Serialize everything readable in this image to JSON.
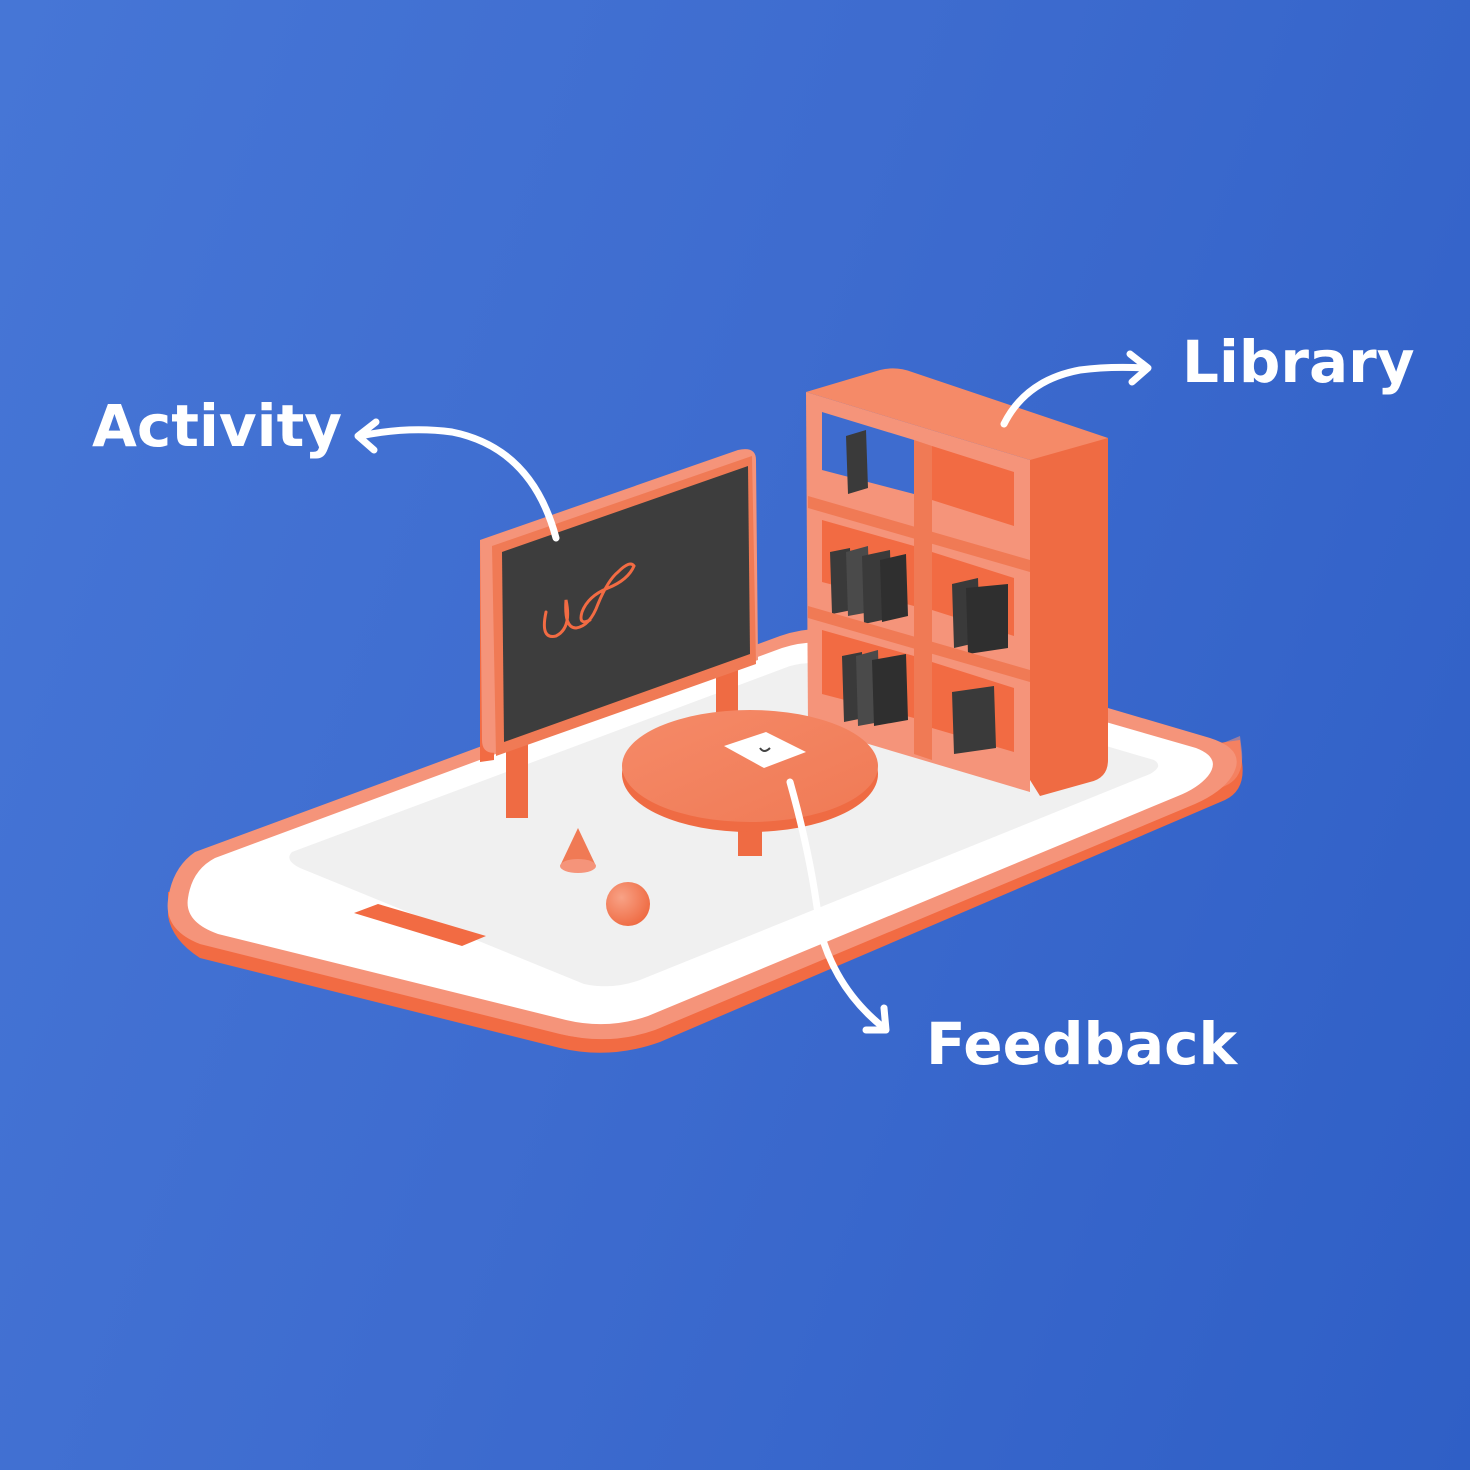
{
  "labels": {
    "activity": "Activity",
    "library": "Library",
    "feedback": "Feedback"
  },
  "colors": {
    "background_start": "#4676d6",
    "background_end": "#2f5fc6",
    "accent_orange": "#f26b43",
    "light_orange": "#f5947a",
    "screen": "#ffffff",
    "screen_inner": "#f0f0f0",
    "board": "#3d3d3d",
    "book": "#3a3a3a"
  },
  "icons": {
    "phone": "smartphone-isometric",
    "chalkboard": "chalkboard-icon",
    "bookshelf": "bookshelf-icon",
    "table": "round-table-icon",
    "paper": "paper-note-icon",
    "cone": "cone-shape-icon",
    "sphere": "sphere-shape-icon"
  }
}
